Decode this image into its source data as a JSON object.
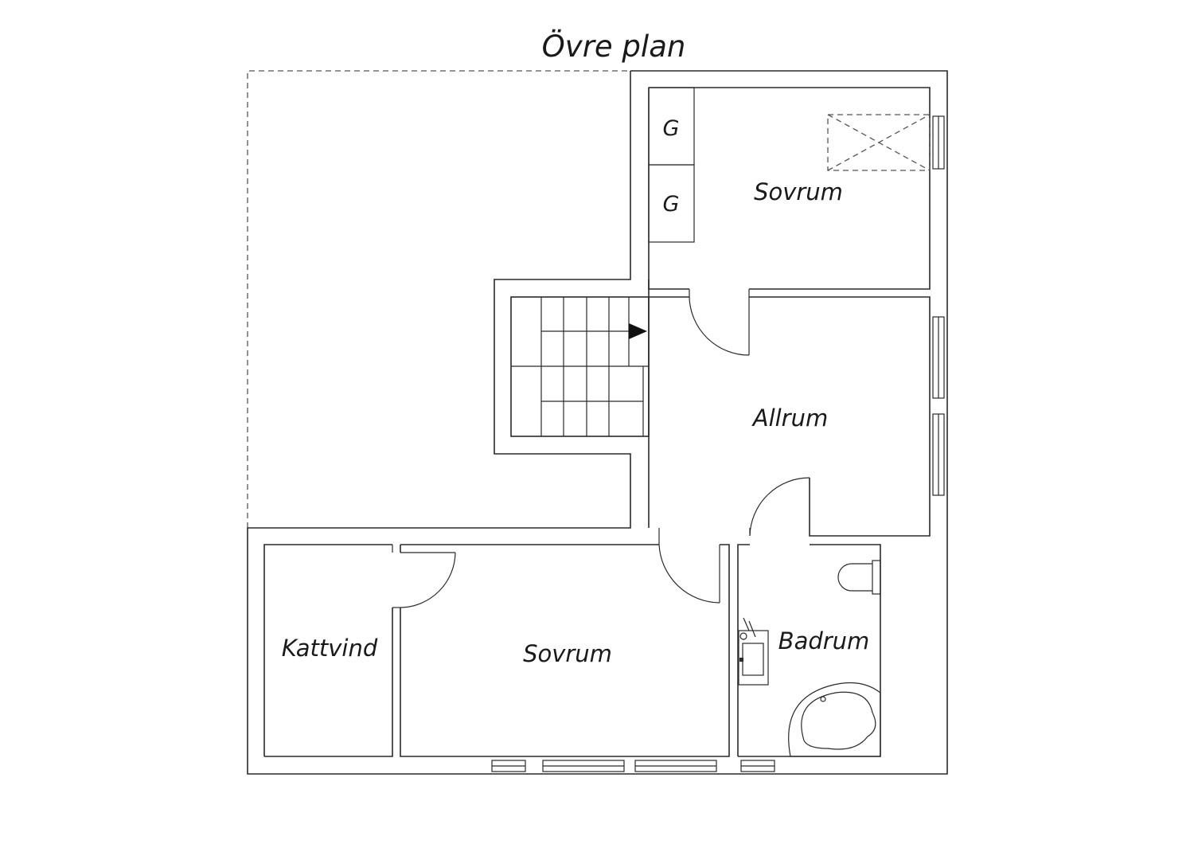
{
  "plan": {
    "title": "Övre plan",
    "rooms": {
      "bedroom_top": "Sovrum",
      "family_room": "Allrum",
      "bedroom_bottom": "Sovrum",
      "attic": "Kattvind",
      "bathroom": "Badrum"
    },
    "wardrobes": [
      "G",
      "G"
    ]
  }
}
